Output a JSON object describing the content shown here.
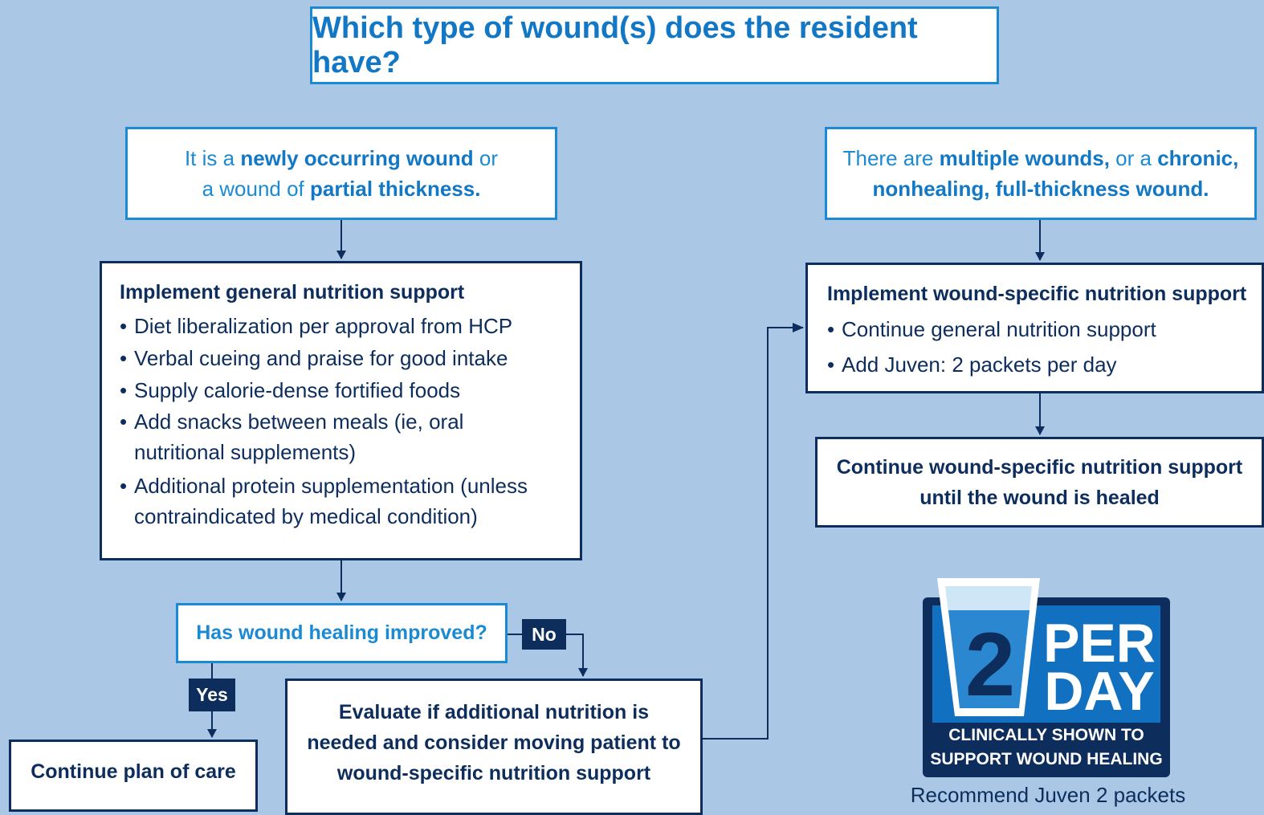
{
  "title": "Which type of wound(s) does the resident have?",
  "left_condition": {
    "line1_pre": "It is a",
    "line1_bold": "newly occurring wound",
    "line1_post": "or",
    "line2_pre": "a wound of",
    "line2_bold": "partial thickness."
  },
  "right_condition": {
    "line1_pre": "There are",
    "line1_bold": "multiple wounds,",
    "line1_mid": "or a",
    "line1_bold2": "chronic,",
    "line2_bold": "nonhealing, full-thickness wound."
  },
  "general_support": {
    "heading": "Implement general nutrition support",
    "items": [
      "Diet liberalization per approval from HCP",
      "Verbal cueing and praise for good intake",
      "Supply calorie-dense fortified foods",
      "Add snacks between meals (ie, oral nutritional supplements)",
      "Additional protein supplementation (unless contraindicated by medical condition)"
    ]
  },
  "specific_support": {
    "heading": "Implement wound-specific nutrition support",
    "items": [
      "Continue general nutrition support",
      "Add Juven: 2 packets per day"
    ]
  },
  "continue_specific": {
    "line1": "Continue wound-specific nutrition support",
    "line2": "until the wound is healed"
  },
  "question": "Has wound healing improved?",
  "no_label": "No",
  "yes_label": "Yes",
  "continue_plan": "Continue plan of care",
  "evaluate": {
    "line1": "Evaluate if additional nutrition is",
    "line2": "needed and consider moving patient to",
    "line3": "wound-specific nutrition support"
  },
  "badge": {
    "number": "2",
    "per": "PER",
    "day": "DAY",
    "line1": "CLINICALLY SHOWN TO",
    "line2": "SUPPORT WOUND HEALING"
  },
  "badge_caption": "Recommend Juven 2 packets",
  "colors": {
    "background": "#aac7e6",
    "accent_blue": "#1b8ad3",
    "navy": "#0d2d5c"
  }
}
